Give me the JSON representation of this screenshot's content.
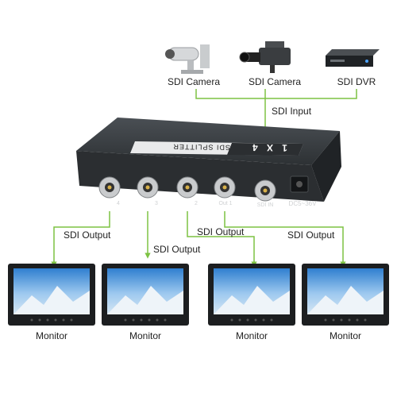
{
  "sources": [
    {
      "label": "SDI Camera",
      "icon": "security-camera-icon"
    },
    {
      "label": "SDI Camera",
      "icon": "video-camera-icon"
    },
    {
      "label": "SDI DVR",
      "icon": "dvr-icon"
    }
  ],
  "input_label": "SDI Input",
  "device": {
    "badge_text": "1 X 4",
    "title_text": "SDI SPLITTER",
    "port_labels": [
      "4",
      "3",
      "2",
      "Out 1",
      "SDI IN"
    ],
    "power_label": "DC5~36V"
  },
  "output_labels": [
    "SDI Output",
    "SDI Output",
    "SDI Output",
    "SDI Output"
  ],
  "monitors": [
    {
      "label": "Monitor"
    },
    {
      "label": "Monitor"
    },
    {
      "label": "Monitor"
    },
    {
      "label": "Monitor"
    }
  ],
  "colors": {
    "line": "#7dc242",
    "device_body": "#2b2e31",
    "device_top": "#3b3f43"
  }
}
